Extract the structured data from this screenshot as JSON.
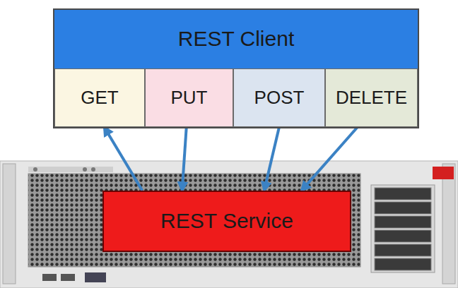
{
  "diagram": {
    "nodes": [
      {
        "text": [
          "REST Client"
        ]
      },
      {
        "text": [
          "GET"
        ],
        "in": 0
      },
      {
        "text": [
          "PUT"
        ],
        "in": 0
      },
      {
        "text": [
          "POST"
        ],
        "in": 0
      },
      {
        "text": [
          "DELETE"
        ],
        "in": 0
      },
      {
        "text": [
          "REST Service"
        ]
      }
    ],
    "edges": [
      {
        "from": 5,
        "to": 1,
        "arrow": "to"
      },
      {
        "from": 2,
        "to": 5,
        "arrow": "to"
      },
      {
        "from": 3,
        "to": 5,
        "arrow": "to"
      },
      {
        "from": 4,
        "to": 5,
        "arrow": "to"
      }
    ]
  }
}
